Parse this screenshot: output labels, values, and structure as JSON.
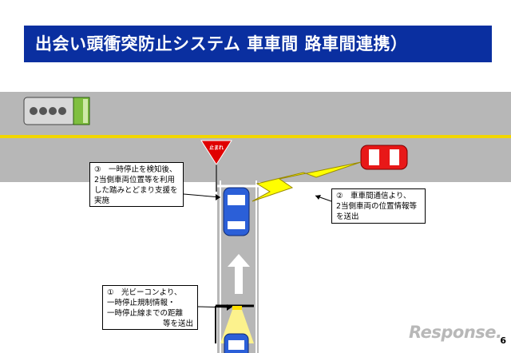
{
  "header": {
    "title": "出会い頭衝突防止システム 車車間 路車間連携）"
  },
  "sign": {
    "text": "止まれ"
  },
  "callouts": {
    "c1": {
      "lines": [
        "①　光ビーコンより、",
        "一時停止規制情報・",
        "一時停止線までの距離",
        "等を送出"
      ]
    },
    "c2": {
      "lines": [
        "②　車車間通信より、",
        "2当側車両の位置情報等",
        "を送出"
      ]
    },
    "c3": {
      "lines": [
        "③　一時停止を検知後、",
        "2当側車両位置等を利用",
        "した踏みとどまり支援を",
        "実施"
      ]
    }
  },
  "page": {
    "number": "6"
  },
  "watermark": {
    "brand": "Response."
  },
  "colors": {
    "title_bar": "#0a2fa0",
    "road": "#b7b7b7",
    "center_line": "#f2d600",
    "truck_cab": "#7fbf3f",
    "red_car": "#e81818",
    "blue_car": "#2b5fd8",
    "lightning": "#ffff00",
    "sign_red": "#e00000"
  }
}
